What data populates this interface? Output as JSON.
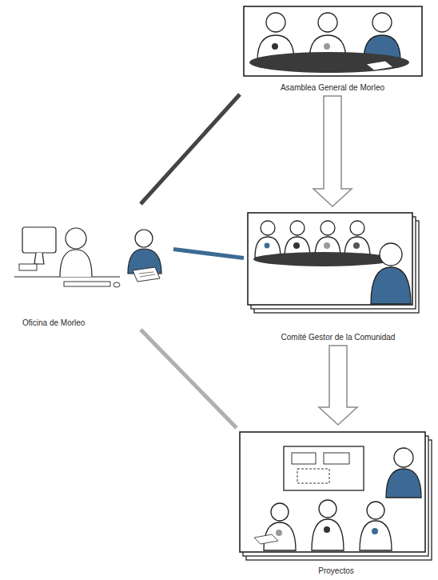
{
  "diagram": {
    "nodes": [
      {
        "text": [
          "Asamblea General de Morleo"
        ]
      },
      {
        "text": [
          "Oficina de Morleo"
        ]
      },
      {
        "text": [
          "Comité Gestor de la Comunidad"
        ]
      },
      {
        "text": [
          "Proyectos"
        ]
      }
    ],
    "edges": [
      {
        "from": 0,
        "to": 2,
        "arrow": "to"
      },
      {
        "from": 2,
        "to": 3,
        "arrow": "to"
      },
      {
        "from": 1,
        "to": 0,
        "arrow": "none"
      },
      {
        "from": 1,
        "to": 2,
        "arrow": "none"
      },
      {
        "from": 1,
        "to": 3,
        "arrow": "none"
      }
    ]
  }
}
